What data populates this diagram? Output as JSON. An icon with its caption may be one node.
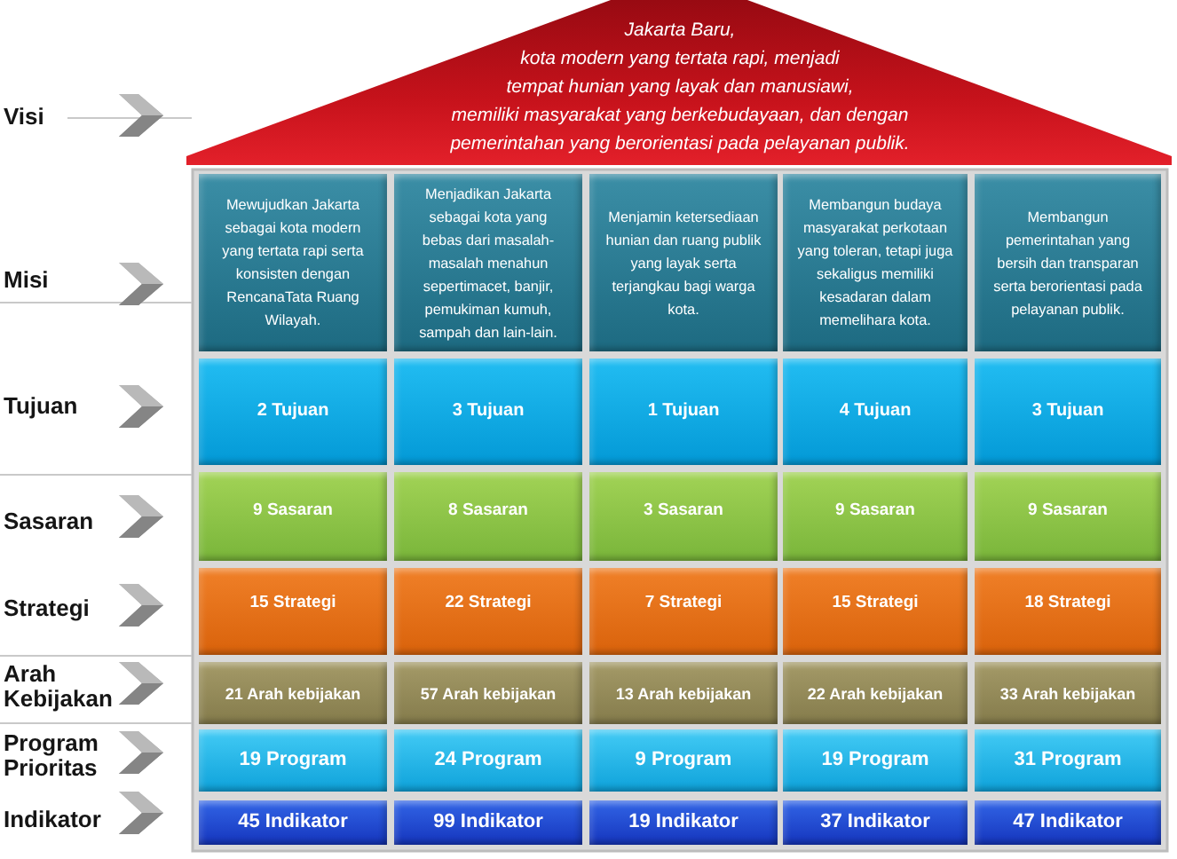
{
  "diagram": {
    "nodes": [
      {
        "text": [
          "Jakarta Baru, kota modern yang tertata rapi, menjadi tempat hunian yang layak dan manusiawi, memiliki masyarakat yang berkebudayaan, dan dengan pemerintahan yang berorientasi pada pelayanan publik."
        ]
      },
      {
        "text": [
          "Mewujudkan Jakarta sebagai kota modern yang tertata rapi serta konsisten dengan RencanaTata Ruang Wilayah."
        ]
      },
      {
        "text": [
          "Menjadikan Jakarta sebagai kota yang bebas dari masalah-masalah menahun sepertimacet, banjir, pemukiman kumuh, sampah dan lain-lain."
        ]
      },
      {
        "text": [
          "Menjamin ketersediaan hunian dan ruang publik yang layak serta terjangkau bagi warga kota."
        ]
      },
      {
        "text": [
          "Membangun budaya masyarakat perkotaan yang toleran, tetapi juga sekaligus memiliki kesadaran dalam memelihara kota."
        ]
      },
      {
        "text": [
          "Membangun pemerintahan yang bersih dan transparan serta berorientasi pada pelayanan publik."
        ]
      },
      {
        "text": [
          "2 Tujuan"
        ]
      },
      {
        "text": [
          "3 Tujuan"
        ]
      },
      {
        "text": [
          "1 Tujuan"
        ]
      },
      {
        "text": [
          "4 Tujuan"
        ]
      },
      {
        "text": [
          "3 Tujuan"
        ]
      },
      {
        "text": [
          "9 Sasaran"
        ]
      },
      {
        "text": [
          "8 Sasaran"
        ]
      },
      {
        "text": [
          "3 Sasaran"
        ]
      },
      {
        "text": [
          "9 Sasaran"
        ]
      },
      {
        "text": [
          "9 Sasaran"
        ]
      },
      {
        "text": [
          "15 Strategi"
        ]
      },
      {
        "text": [
          "22 Strategi"
        ]
      },
      {
        "text": [
          "7 Strategi"
        ]
      },
      {
        "text": [
          "15 Strategi"
        ]
      },
      {
        "text": [
          "18 Strategi"
        ]
      },
      {
        "text": [
          "21 Arah kebijakan"
        ]
      },
      {
        "text": [
          "57 Arah kebijakan"
        ]
      },
      {
        "text": [
          "13 Arah kebijakan"
        ]
      },
      {
        "text": [
          "22 Arah kebijakan"
        ]
      },
      {
        "text": [
          "33 Arah kebijakan"
        ]
      },
      {
        "text": [
          "19 Program"
        ]
      },
      {
        "text": [
          "24 Program"
        ]
      },
      {
        "text": [
          "9 Program"
        ]
      },
      {
        "text": [
          "19 Program"
        ]
      },
      {
        "text": [
          "31 Program"
        ]
      },
      {
        "text": [
          "45 Indikator"
        ]
      },
      {
        "text": [
          "99 Indikator"
        ]
      },
      {
        "text": [
          "19 Indikator"
        ]
      },
      {
        "text": [
          "37 Indikator"
        ]
      },
      {
        "text": [
          "47 Indikator"
        ]
      }
    ],
    "labels": [
      "Visi",
      "Misi",
      "Tujuan",
      "Sasaran",
      "Strategi",
      "Arah Kebijakan",
      "Program Prioritas",
      "Indikator"
    ]
  }
}
